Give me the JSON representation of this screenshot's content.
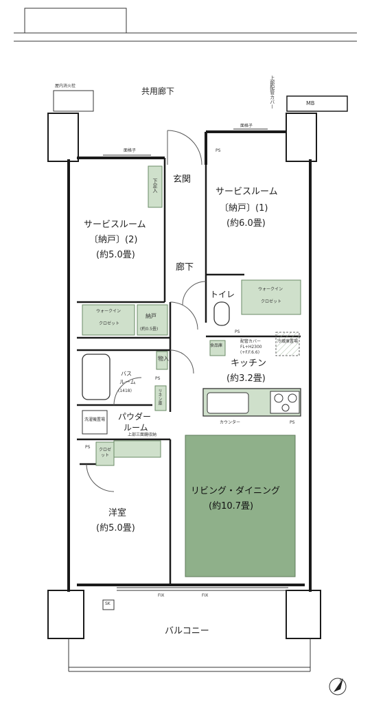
{
  "corridor": "共用廊下",
  "balcony": "バルコニー",
  "mb": "MB",
  "top_annotations": {
    "rooftop": "屋内消火栓",
    "piping": "上部配管カバー",
    "handrail_a": "面格子",
    "handrail_b": "面格子"
  },
  "rooms": {
    "service_room_1": {
      "name": "サービスルーム",
      "sub": "〔納戸〕(1)",
      "size": "(約6.0畳)"
    },
    "service_room_2": {
      "name": "サービスルーム",
      "sub": "〔納戸〕(2)",
      "size": "(約5.0畳)"
    },
    "entrance": "玄関",
    "hallway": "廊下",
    "toilet": "トイレ",
    "kitchen": {
      "name": "キッチン",
      "size": "(約3.2畳)"
    },
    "bath": {
      "name": "バス",
      "sub": "ルーム",
      "size": "(1418)"
    },
    "powder": {
      "name": "パウダー",
      "sub": "ルーム"
    },
    "western": {
      "name": "洋室",
      "size": "(約5.0畳)"
    },
    "living": {
      "name": "リビング・ダイニング",
      "size": "(約10.7畳)"
    }
  },
  "storage": {
    "shoe": "下足入",
    "walkin_left_1": "ウォークイン",
    "walkin_left_2": "クロゼット",
    "nando_small": "納戸",
    "nando_small_size": "(約0.5畳)",
    "walkin_right_1": "ウォークイン",
    "walkin_right_2": "クロゼット",
    "pantry": "食品庫",
    "monoire": "物入",
    "linen": "リネン庫",
    "closet": "クロゼット",
    "fridge": "冷蔵庫置場",
    "washer": "洗濯機置場",
    "upper_shelf": "上部三面鏡収納",
    "counter": "カウンター"
  },
  "ps_labels": [
    "PS",
    "PS",
    "PS",
    "PS",
    "PS"
  ],
  "sk": "SK",
  "fix_labels": [
    "FIX",
    "FIX"
  ],
  "pipe_note": [
    "配管カバー",
    "FL+H2300",
    "(+F.F.6.6)"
  ],
  "compass": "N",
  "colors": {
    "living_fill": "#8fb08a",
    "storage_fill": "#cfe0cb",
    "wall": "#1a1a1a"
  }
}
